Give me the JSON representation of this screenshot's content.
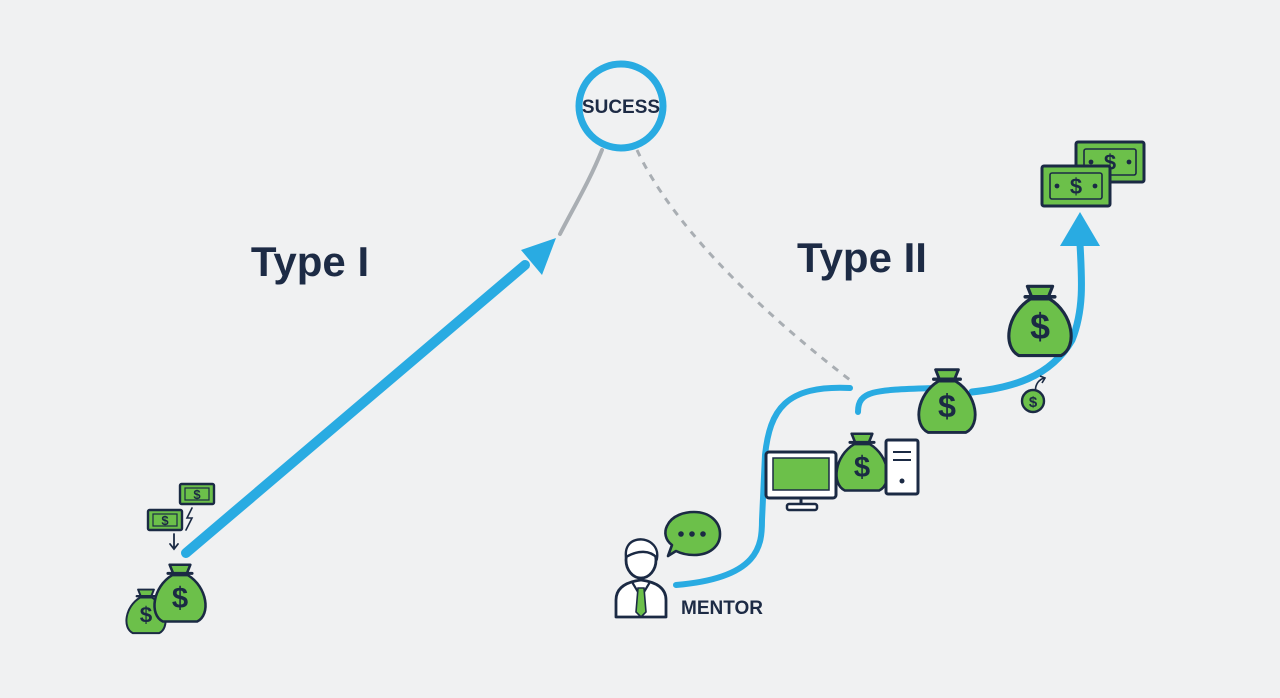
{
  "success": {
    "label": "SUCESS"
  },
  "paths": {
    "type1": {
      "label": "Type I"
    },
    "type2": {
      "label": "Type II"
    }
  },
  "mentor": {
    "label": "MENTOR"
  },
  "icons": {
    "currency": "$",
    "money_bag": "money-bag-icon",
    "banknote": "banknote-icon",
    "coin": "coin-icon",
    "computer": "computer-icon",
    "chat": "chat-bubble-icon",
    "person": "mentor-person-icon"
  },
  "colors": {
    "background": "#f0f1f2",
    "accent_blue": "#29abe2",
    "money_green": "#6cc04a",
    "outline_navy": "#1b2a44",
    "text_navy": "#1d2b45",
    "connector_gray": "#a9aeb3"
  }
}
